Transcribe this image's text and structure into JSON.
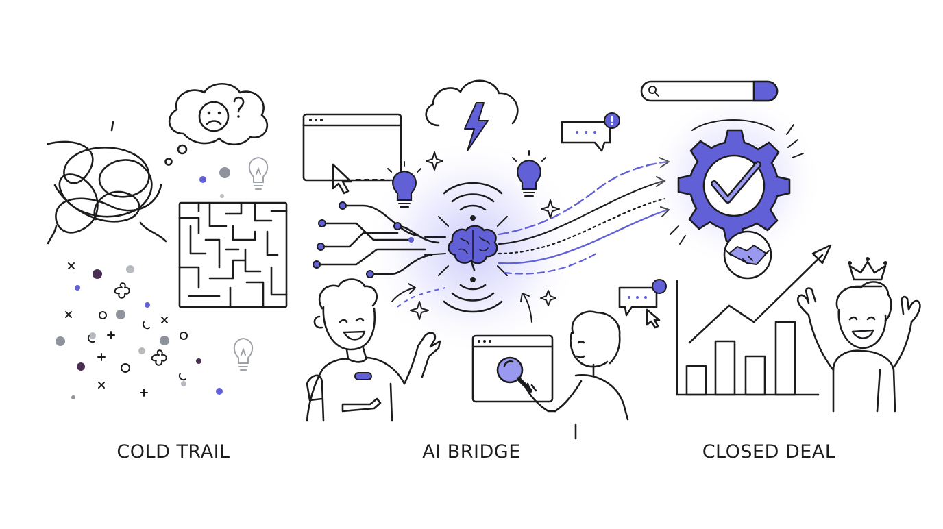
{
  "colors": {
    "ink": "#1c1c1f",
    "accent": "#6160d6",
    "accent_light": "#9a99f0",
    "dot_gray": "#8e939c",
    "dot_dark": "#4a2f52",
    "glow": "#dcdcfb",
    "background": "#ffffff"
  },
  "panels": [
    {
      "id": "left",
      "caption": "COLD TRAIL",
      "icons": [
        "tangled-scribble",
        "confused-face-thought-cloud",
        "maze",
        "scattered-dots",
        "lightbulb-icon"
      ]
    },
    {
      "id": "middle",
      "caption": "AI BRIDGE",
      "icons": [
        "browser-window-cursor",
        "lightning-cloud-icon",
        "lightbulb-icon",
        "brain-icon",
        "signal-waves",
        "circuit-lines",
        "person-pointing",
        "person-searching",
        "magnifier-window-icon",
        "sparkle-icon",
        "chat-bubble-icon"
      ]
    },
    {
      "id": "right",
      "caption": "CLOSED DEAL",
      "icons": [
        "search-bar-icon",
        "gear-check-icon",
        "handshake-icon",
        "growth-bar-chart",
        "celebrating-person",
        "crown-icon",
        "chat-bubble-icon"
      ]
    }
  ]
}
